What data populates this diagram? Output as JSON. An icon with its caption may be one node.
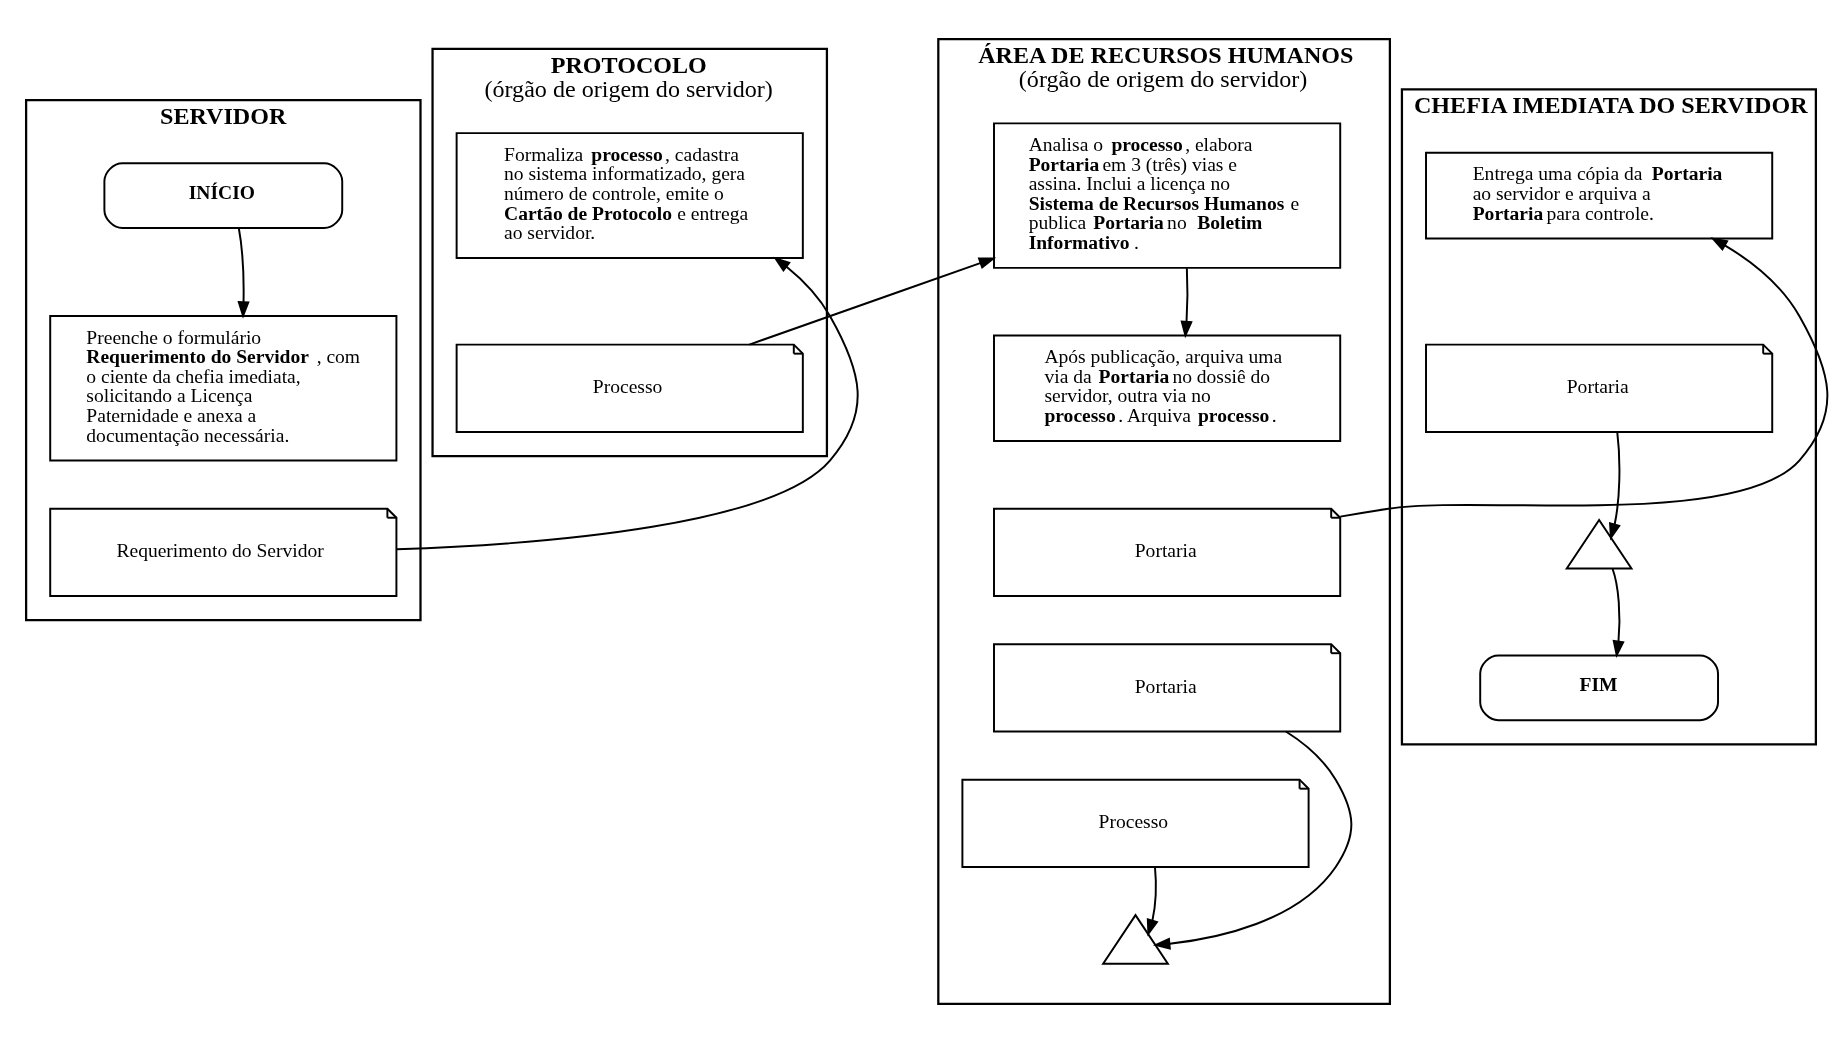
{
  "diagram": {
    "nodes": [
      {
        "text": [
          "SERVIDOR"
        ]
      },
      {
        "text": [
          "INÍCIO"
        ],
        "in": 0
      },
      {
        "text": [
          "Preenche o formulário **Requerimento do Servidor**, com o ciente da chefia imediata, solicitando a Licença Paternidade e anexa a documentação necessária."
        ],
        "in": 0
      },
      {
        "text": [
          "Requerimento do Servidor"
        ],
        "in": 0
      },
      {
        "text": [
          "PROTOCOLO",
          "(órgão de origem do servidor)"
        ]
      },
      {
        "text": [
          "Formaliza **processo**, cadastra no sistema informatizado, gera número de controle, emite o **Cartão de Protocolo** e entrega ao servidor."
        ],
        "in": 4
      },
      {
        "text": [
          "Processo"
        ],
        "in": 4
      },
      {
        "text": [
          "ÁREA DE RECURSOS HUMANOS",
          "(órgão de origem do servidor)"
        ]
      },
      {
        "text": [
          "Analisa o **processo**, elabora **Portaria** em 3 (três) vias e assina. Inclui a licença no **Sistema de Recursos Humanos** e publica **Portaria** no **Boletim Informativo**."
        ],
        "in": 7
      },
      {
        "text": [
          "Após publicação, arquiva uma via da **Portaria** no dossiê do servidor, outra via no **processo**. Arquiva **processo**."
        ],
        "in": 7
      },
      {
        "text": [
          "Portaria"
        ],
        "in": 7
      },
      {
        "text": [
          "Portaria"
        ],
        "in": 7
      },
      {
        "text": [
          "Processo"
        ],
        "in": 7
      },
      {
        "text": [],
        "shape": "triangle",
        "in": 7
      },
      {
        "text": [
          "CHEFIA IMEDIATA DO SERVIDOR"
        ]
      },
      {
        "text": [
          "Entrega uma cópia da **Portaria** ao servidor e arquiva a **Portaria** para controle."
        ],
        "in": 14
      },
      {
        "text": [
          "Portaria"
        ],
        "in": 14
      },
      {
        "text": [],
        "shape": "triangle",
        "in": 14
      },
      {
        "text": [
          "FIM"
        ],
        "in": 14
      }
    ],
    "edges": [
      {
        "from": 1,
        "to": 2,
        "arrow": "to"
      },
      {
        "from": 3,
        "to": 5,
        "arrow": "to"
      },
      {
        "from": 6,
        "to": 8,
        "arrow": "to"
      },
      {
        "from": 8,
        "to": 9,
        "arrow": "to"
      },
      {
        "from": 10,
        "to": 15,
        "arrow": "to"
      },
      {
        "from": 11,
        "to": 13,
        "arrow": "to"
      },
      {
        "from": 12,
        "to": 13,
        "arrow": "to"
      },
      {
        "from": 16,
        "to": 17,
        "arrow": "to"
      },
      {
        "from": 17,
        "to": 18,
        "arrow": "to"
      }
    ]
  }
}
